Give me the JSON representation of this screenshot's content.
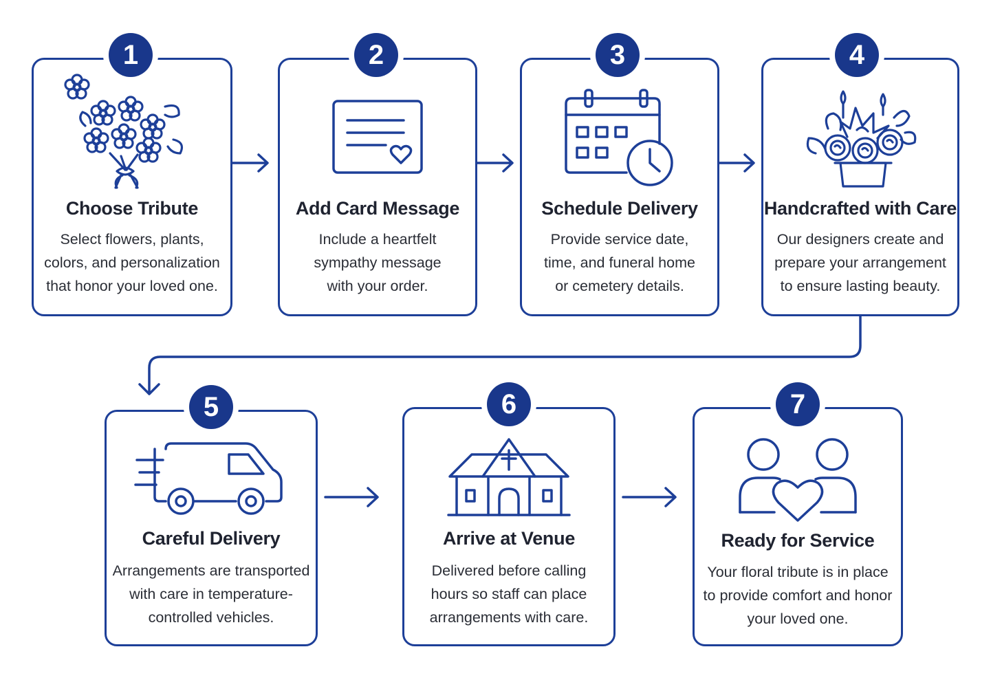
{
  "colors": {
    "primary": "#1d3f98",
    "badge": "#19378b",
    "text": "#1f2330"
  },
  "steps": [
    {
      "number": "1",
      "icon": "bouquet-icon",
      "title": "Choose Tribute",
      "lines": [
        "Select flowers, plants,",
        "colors, and personalization",
        "that honor your loved one."
      ]
    },
    {
      "number": "2",
      "icon": "card-message-icon",
      "title": "Add Card Message",
      "lines": [
        "Include a heartfelt",
        "sympathy message",
        "with your order."
      ]
    },
    {
      "number": "3",
      "icon": "calendar-clock-icon",
      "title": "Schedule Delivery",
      "lines": [
        "Provide service date,",
        "time, and funeral home",
        "or cemetery details."
      ]
    },
    {
      "number": "4",
      "icon": "flower-basket-icon",
      "title": "Handcrafted with Care",
      "lines": [
        "Our designers create and",
        "prepare your arrangement",
        "to ensure lasting beauty."
      ]
    },
    {
      "number": "5",
      "icon": "delivery-van-icon",
      "title": "Careful Delivery",
      "lines": [
        "Arrangements are transported",
        "with care in temperature-",
        "controlled vehicles."
      ]
    },
    {
      "number": "6",
      "icon": "chapel-icon",
      "title": "Arrive at Venue",
      "lines": [
        "Delivered before calling",
        "hours so staff can place",
        "arrangements with care."
      ]
    },
    {
      "number": "7",
      "icon": "people-heart-icon",
      "title": "Ready for Service",
      "lines": [
        "Your floral tribute is in place",
        "to provide comfort and honor",
        "your loved one."
      ]
    }
  ]
}
